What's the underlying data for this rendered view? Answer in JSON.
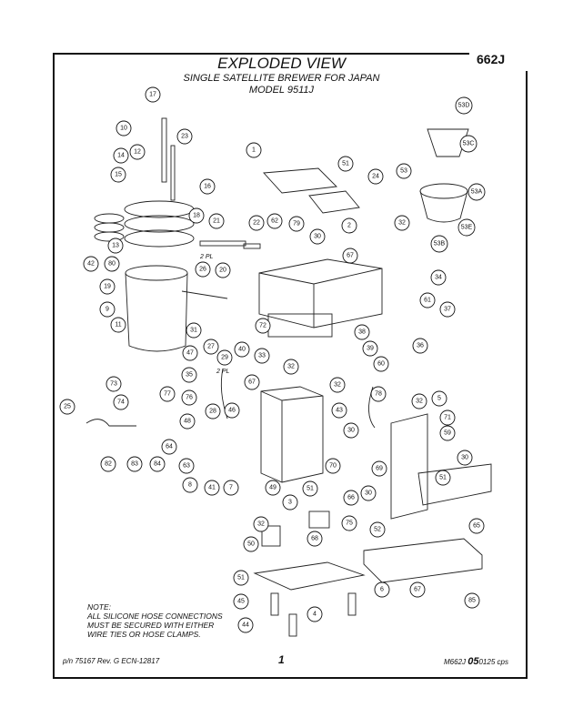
{
  "header": {
    "title": "EXPLODED VIEW",
    "subtitle": "SINGLE SATELLITE BREWER FOR JAPAN",
    "model": "MODEL 9511J",
    "page_code": "662J"
  },
  "note": "NOTE:\nALL SILICONE HOSE CONNECTIONS\nMUST BE SECURED WITH EITHER\nWIRE TIES OR HOSE CLAMPS.",
  "footer": {
    "part_number": "p/n 75167 Rev. G    ECN-12817",
    "page_number": "1",
    "ref_prefix": "M662J ",
    "ref_bold": "05",
    "ref_suffix": "0125  cps"
  },
  "quantity_labels": [
    "2 PL",
    "2 PL"
  ],
  "callouts": [
    "17",
    "10",
    "23",
    "12",
    "14",
    "15",
    "16",
    "1",
    "51",
    "24",
    "53D",
    "53C",
    "53",
    "53A",
    "53E",
    "53B",
    "32",
    "2",
    "18",
    "21",
    "22",
    "62",
    "79",
    "30",
    "67",
    "13",
    "42",
    "80",
    "26",
    "20",
    "34",
    "19",
    "9",
    "61",
    "37",
    "11",
    "31",
    "72",
    "38",
    "36",
    "39",
    "47",
    "27",
    "29",
    "40",
    "33",
    "35",
    "32",
    "60",
    "73",
    "77",
    "76",
    "74",
    "67",
    "32",
    "32",
    "5",
    "78",
    "25",
    "28",
    "43",
    "71",
    "46",
    "48",
    "30",
    "59",
    "64",
    "30",
    "82",
    "83",
    "84",
    "63",
    "69",
    "8",
    "41",
    "7",
    "49",
    "70",
    "51",
    "51",
    "66",
    "30",
    "3",
    "32",
    "75",
    "52",
    "65",
    "50",
    "68",
    "51",
    "45",
    "4",
    "6",
    "67",
    "85",
    "44"
  ]
}
